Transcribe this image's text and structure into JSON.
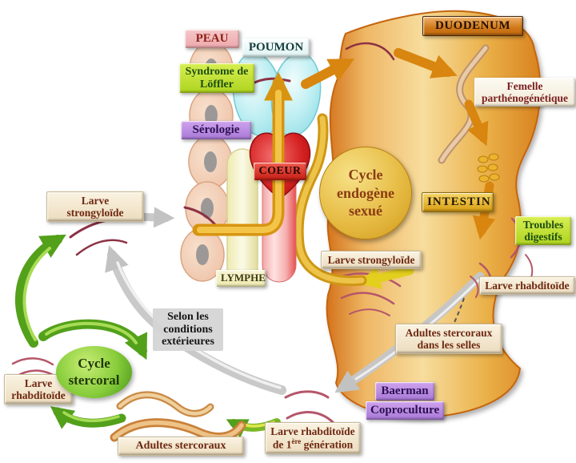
{
  "organ_labels": {
    "peau": "PEAU",
    "poumon": "POUMON",
    "coeur": "COEUR",
    "lymphe": "LYMPHE",
    "duodenum": "DUODENUM",
    "intestin": "INTESTIN"
  },
  "clinical": {
    "syndrome": "Syndrome de\nLöffler",
    "serologie": "Sérologie",
    "troubles": "Troubles\ndigestifs",
    "baerman": "Baerman",
    "coproculture": "Coproculture"
  },
  "stages": {
    "larve_strongyloide_left": "Larve strongyloïde",
    "larve_strongyloide_right": "Larve strongyloïde",
    "femelle": "Femelle\nparthénogénétique",
    "larve_rhabditoide_right": "Larve rhabditoïde",
    "adultes_selles": "Adultes stercoraux\ndans les selles",
    "larve_rhabditoide_left": "Larve\nrhabditoïde",
    "adultes_stercoraux": "Adultes stercoraux",
    "larve_gen1": {
      "prefix": "Larve rhabditoïde\nde 1",
      "sup": "ère",
      "suffix": " génération"
    }
  },
  "cycles": {
    "endogene": "Cycle\nendogène\nsexué",
    "stercoral": "Cycle\nstercoral",
    "conditions": "Selon les\nconditions\nextérieures"
  },
  "colors": {
    "body_orange": "#e8a843",
    "arrow_orange": "#d8860f",
    "arrow_yellow": "#e3cf1e",
    "arrow_green": "#53a01b",
    "arrow_gray": "#c2c2c2",
    "larva_maroon": "#8c3244",
    "larva_pink": "#b5566a"
  }
}
